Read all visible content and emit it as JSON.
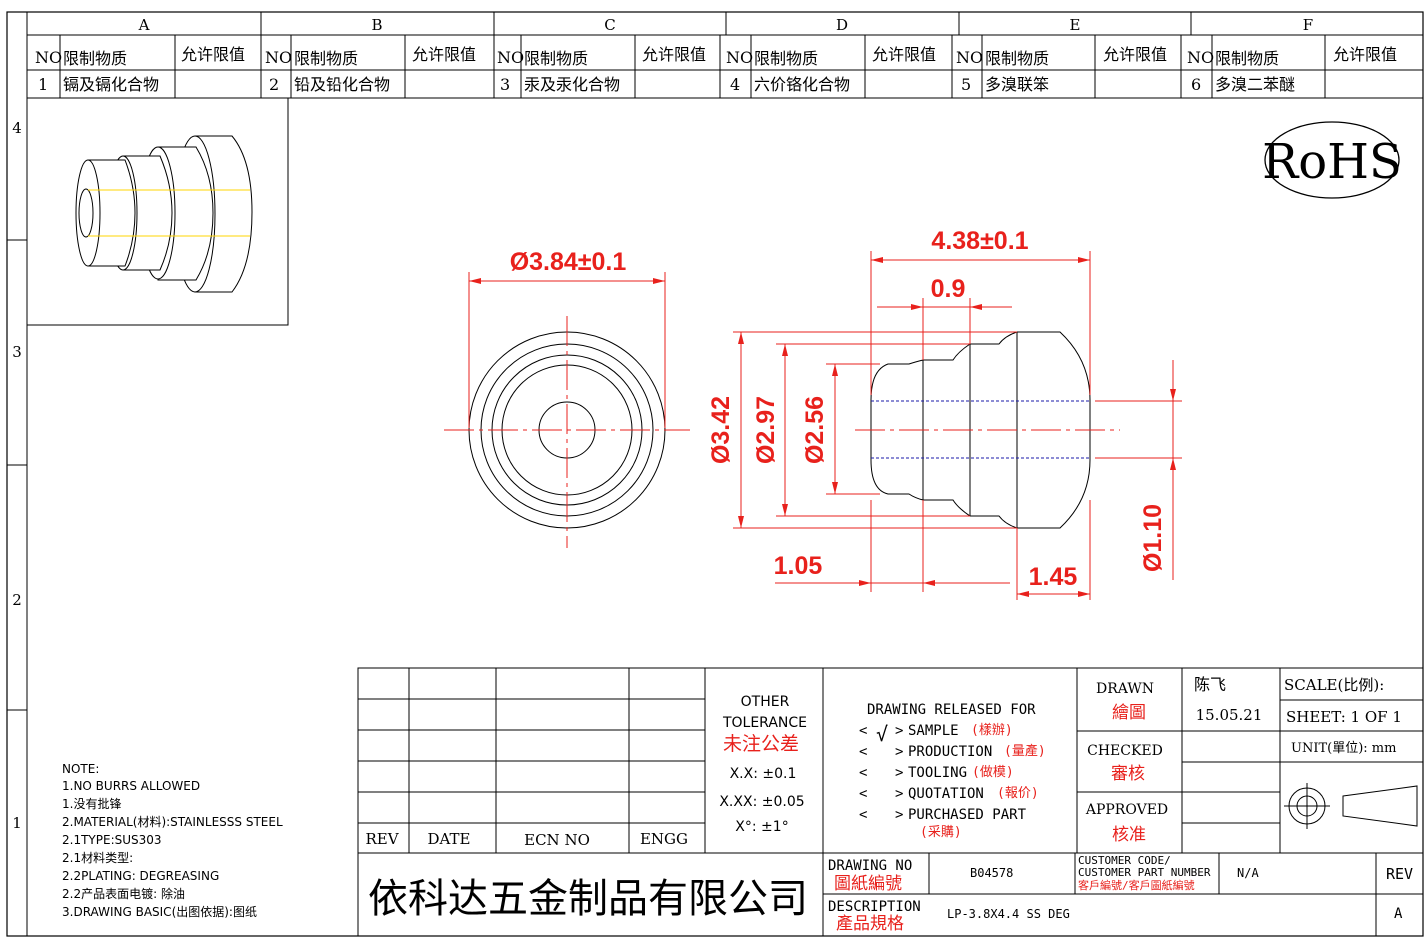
{
  "zones": {
    "columns": [
      "A",
      "B",
      "C",
      "D",
      "E",
      "F"
    ],
    "rows": [
      "4",
      "3",
      "2",
      "1"
    ]
  },
  "restricted": {
    "no_label": "NO",
    "substance_label": "限制物质",
    "limit_label": "允许限值",
    "items": [
      {
        "no": "1",
        "name": "镉及镉化合物"
      },
      {
        "no": "2",
        "name": "铅及铅化合物"
      },
      {
        "no": "3",
        "name": "汞及汞化合物"
      },
      {
        "no": "4",
        "name": "六价铬化合物"
      },
      {
        "no": "5",
        "name": "多溴联笨"
      },
      {
        "no": "6",
        "name": "多溴二苯醚"
      }
    ]
  },
  "rohs": "RoHS",
  "dims": {
    "outer_dia": "Ø3.84±0.1",
    "length": "4.38±0.1",
    "step": "0.9",
    "d342": "Ø3.42",
    "d297": "Ø2.97",
    "d256": "Ø2.56",
    "d110": "Ø1.10",
    "l105": "1.05",
    "l145": "1.45"
  },
  "notes": [
    "NOTE:",
    "1.NO BURRS ALLOWED",
    "1.没有批锋",
    "2.MATERIAL(材料):STAINLESSS STEEL",
    "2.1TYPE:SUS303",
    "2.1材料类型:",
    "2.2PLATING: DEGREASING",
    "2.2产品表面电镀: 除油",
    "3.DRAWING BASIC(出图依据):图纸"
  ],
  "revision": {
    "rev": "REV",
    "date": "DATE",
    "ecn": "ECN NO",
    "engg": "ENGG"
  },
  "tolerance": {
    "title1": "OTHER",
    "title2": "TOLERANCE",
    "cn": "未注公差",
    "x1": "X.X: ±0.1",
    "x2": "X.XX: ±0.05",
    "deg": "X°: ±1°"
  },
  "release": {
    "title": "DRAWING RELEASED FOR",
    "items": [
      {
        "en": "SAMPLE",
        "cn": "(樣辦)",
        "mark": "√"
      },
      {
        "en": "PRODUCTION",
        "cn": "(量產)",
        "mark": ""
      },
      {
        "en": "TOOLING",
        "cn": "(做模)",
        "mark": ""
      },
      {
        "en": "QUOTATION",
        "cn": "(報价)",
        "mark": ""
      },
      {
        "en": "PURCHASED PART",
        "cn": "(采購)",
        "mark": ""
      }
    ]
  },
  "approval": {
    "drawn": "DRAWN",
    "drawn_cn": "繪圖",
    "drawn_name": "陈飞",
    "drawn_date": "15.05.21",
    "checked": "CHECKED",
    "checked_cn": "審核",
    "approved": "APPROVED",
    "approved_cn": "核准"
  },
  "scale": {
    "label": "SCALE(比例):",
    "sheet": "SHEET:  1 OF 1",
    "unit": "UNIT(單位): mm"
  },
  "company": "依科达五金制品有限公司",
  "drawing_no": {
    "label": "DRAWING NO",
    "cn": "圖紙編號",
    "value": "B04578"
  },
  "customer": {
    "label1": "CUSTOMER CODE/",
    "label2": "CUSTOMER PART NUMBER",
    "cn": "客戶編號/客戶圖紙編號",
    "value": "N/A"
  },
  "description": {
    "label": "DESCRIPTION",
    "cn": "產品規格",
    "value": "LP-3.8X4.4 SS DEG"
  },
  "rev_box": {
    "label": "REV",
    "value": "A"
  }
}
